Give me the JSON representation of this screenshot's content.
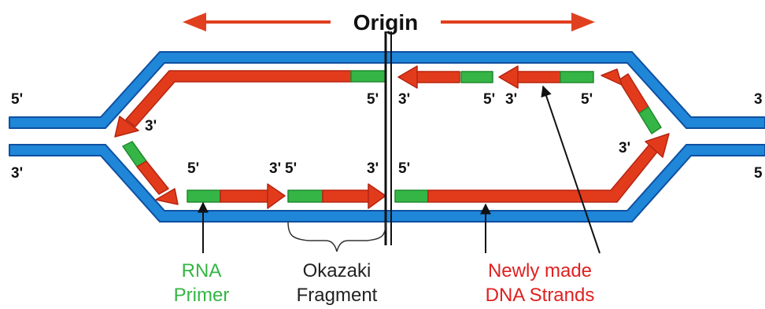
{
  "colors": {
    "template_strand": "#1f86d8",
    "template_outline": "#0f4fa0",
    "new_dna": "#e23b1c",
    "new_dna_outline": "#b52410",
    "primer": "#35b545",
    "primer_outline": "#1f8a2e",
    "origin_arrow": "#e0401f",
    "caption_green": "#35b545",
    "caption_dark": "#222222",
    "caption_red": "#e02020"
  },
  "origin": {
    "label": "Origin"
  },
  "end_labels": {
    "left_top": "5'",
    "left_bottom": "3'",
    "right_top": "3",
    "right_bottom": "5"
  },
  "strand_labels": {
    "top_left_corner_3": "3'",
    "top_5_left_of_origin": "5'",
    "top_3_right_of_origin": "3'",
    "top_5_mid": "5'",
    "top_3_mid": "3'",
    "top_5_right": "5'",
    "right_corner_3": "3'",
    "bottom_5_left": "5'",
    "bottom_3_mid": "3'",
    "bottom_5_mid": "5'",
    "bottom_3_near_origin": "3'",
    "bottom_5_right_of_origin": "5'"
  },
  "captions": {
    "rna_primer_line1": "RNA",
    "rna_primer_line2": "Primer",
    "okazaki_line1": "Okazaki",
    "okazaki_line2": "Fragment",
    "newly_line1": "Newly made",
    "newly_line2": "DNA Strands"
  }
}
